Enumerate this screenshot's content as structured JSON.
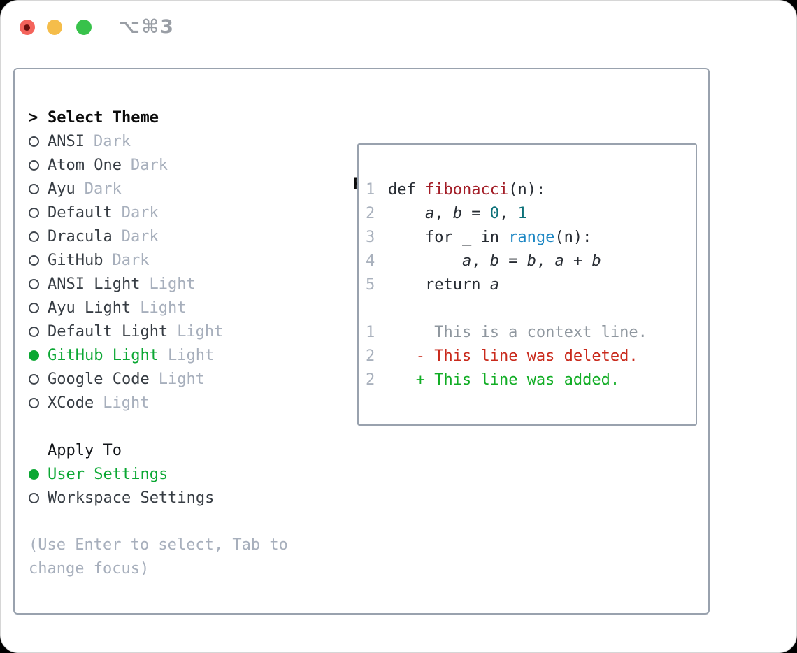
{
  "window": {
    "title": "⌥⌘3"
  },
  "titlebar": {
    "buttons": [
      {
        "name": "close",
        "color": "#f4635b"
      },
      {
        "name": "minimize",
        "color": "#f5bd4a"
      },
      {
        "name": "zoom",
        "color": "#38c24b"
      }
    ]
  },
  "sidebar": {
    "select_theme": {
      "header": "Select Theme",
      "header_marker": ">",
      "items": [
        {
          "name": "ANSI",
          "tag": "Dark",
          "selected": false
        },
        {
          "name": "Atom One",
          "tag": "Dark",
          "selected": false
        },
        {
          "name": "Ayu",
          "tag": "Dark",
          "selected": false
        },
        {
          "name": "Default",
          "tag": "Dark",
          "selected": false
        },
        {
          "name": "Dracula",
          "tag": "Dark",
          "selected": false
        },
        {
          "name": "GitHub",
          "tag": "Dark",
          "selected": false
        },
        {
          "name": "ANSI Light",
          "tag": "Light",
          "selected": false
        },
        {
          "name": "Ayu Light",
          "tag": "Light",
          "selected": false
        },
        {
          "name": "Default Light",
          "tag": "Light",
          "selected": false
        },
        {
          "name": "GitHub Light",
          "tag": "Light",
          "selected": true
        },
        {
          "name": "Google Code",
          "tag": "Light",
          "selected": false
        },
        {
          "name": "XCode",
          "tag": "Light",
          "selected": false
        }
      ]
    },
    "apply_to": {
      "header": "Apply To",
      "items": [
        {
          "name": "User Settings",
          "selected": true
        },
        {
          "name": "Workspace Settings",
          "selected": false
        }
      ]
    },
    "hint": "(Use Enter to select, Tab to change focus)"
  },
  "preview": {
    "header": "Preview",
    "lines": [
      {
        "num": "1",
        "tokens": [
          {
            "t": "def ",
            "s": "plain"
          },
          {
            "t": "fibonacci",
            "s": "func"
          },
          {
            "t": "(n):",
            "s": "plain"
          }
        ]
      },
      {
        "num": "2",
        "tokens": [
          {
            "t": "    ",
            "s": "plain"
          },
          {
            "t": "a",
            "s": "var"
          },
          {
            "t": ", ",
            "s": "plain"
          },
          {
            "t": "b",
            "s": "var"
          },
          {
            "t": " = ",
            "s": "plain"
          },
          {
            "t": "0",
            "s": "number"
          },
          {
            "t": ", ",
            "s": "plain"
          },
          {
            "t": "1",
            "s": "number"
          }
        ]
      },
      {
        "num": "3",
        "tokens": [
          {
            "t": "    for _ in ",
            "s": "plain"
          },
          {
            "t": "range",
            "s": "call"
          },
          {
            "t": "(n):",
            "s": "plain"
          }
        ]
      },
      {
        "num": "4",
        "tokens": [
          {
            "t": "        ",
            "s": "plain"
          },
          {
            "t": "a",
            "s": "var"
          },
          {
            "t": ", ",
            "s": "plain"
          },
          {
            "t": "b",
            "s": "var"
          },
          {
            "t": " = ",
            "s": "plain"
          },
          {
            "t": "b",
            "s": "var"
          },
          {
            "t": ", ",
            "s": "plain"
          },
          {
            "t": "a",
            "s": "var"
          },
          {
            "t": " + ",
            "s": "plain"
          },
          {
            "t": "b",
            "s": "var"
          }
        ]
      },
      {
        "num": "5",
        "tokens": [
          {
            "t": "    return ",
            "s": "plain"
          },
          {
            "t": "a",
            "s": "var"
          }
        ]
      },
      {
        "num": "",
        "tokens": []
      },
      {
        "num": "1",
        "tokens": [
          {
            "t": "     This is a context line.",
            "s": "context"
          }
        ]
      },
      {
        "num": "2",
        "tokens": [
          {
            "t": "   ",
            "s": "plain"
          },
          {
            "t": "- This line was deleted.",
            "s": "deleted"
          }
        ]
      },
      {
        "num": "2",
        "tokens": [
          {
            "t": "   ",
            "s": "plain"
          },
          {
            "t": "+ This line was added.",
            "s": "added"
          }
        ]
      }
    ]
  },
  "colors": {
    "selection_green": "#0ba733",
    "deleted_red": "#c92a1c",
    "added_green": "#12ad25",
    "function_red": "#a31d27",
    "number_teal": "#0d7179",
    "call_blue": "#1d87c4",
    "muted_gray": "#a7afbc",
    "panel_border": "#99a2ae"
  }
}
